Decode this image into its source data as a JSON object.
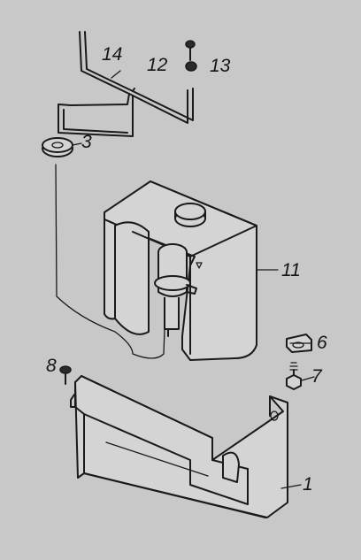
{
  "callouts": {
    "c1": "1",
    "c3": "3",
    "c6": "6",
    "c7": "7",
    "c8": "8",
    "c11": "11",
    "c12": "12",
    "c13": "13",
    "c14": "14"
  },
  "colors": {
    "background": "#c8c8c8",
    "line": "#1a1a1a",
    "fill": "#d4d4d4"
  }
}
